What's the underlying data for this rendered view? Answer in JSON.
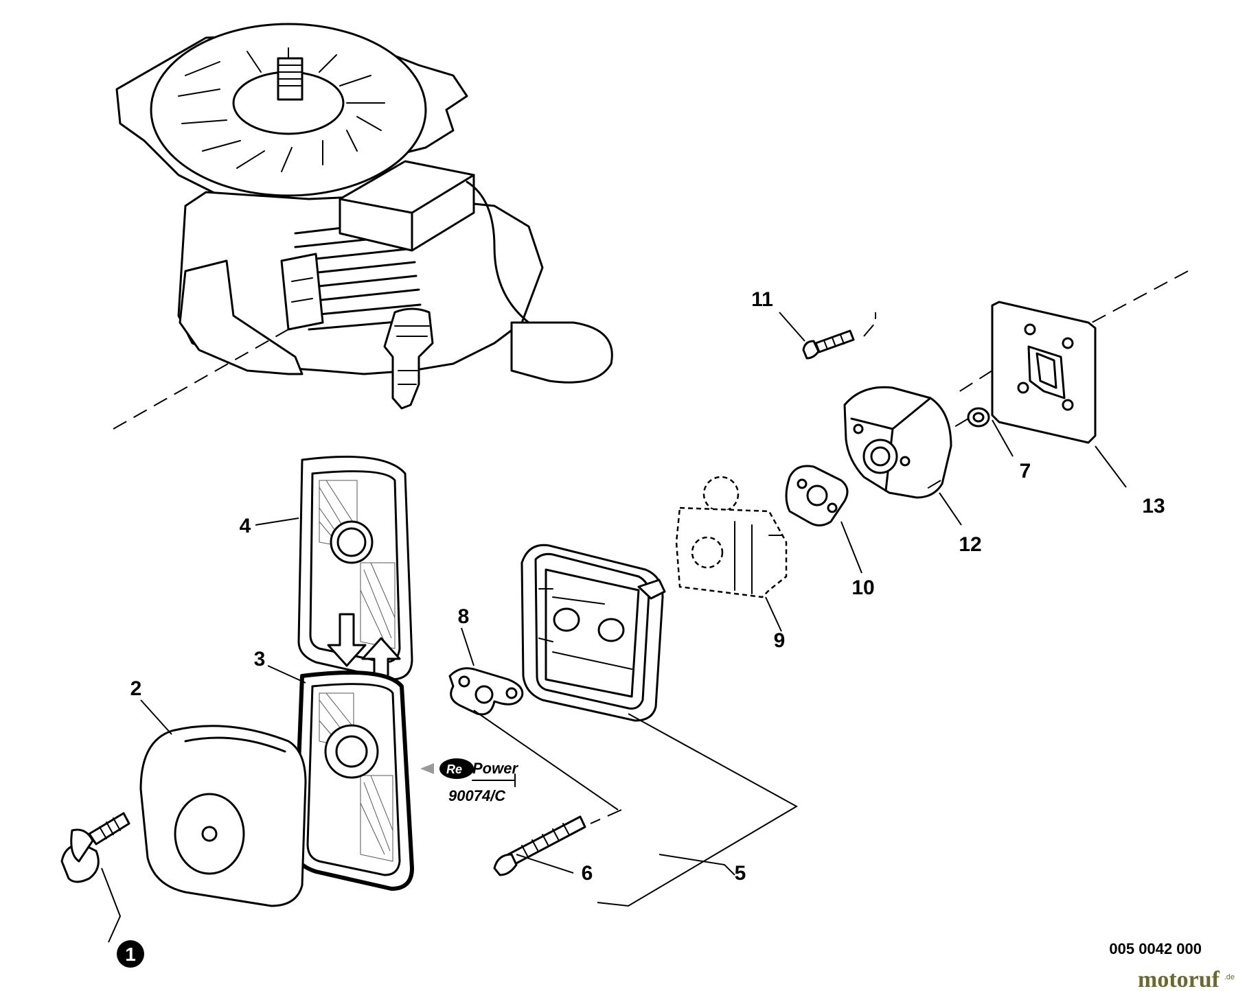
{
  "callouts": {
    "c1": "1",
    "c2": "2",
    "c3": "3",
    "c4": "4",
    "c5": "5",
    "c6": "6",
    "c7": "7",
    "c8": "8",
    "c9": "9",
    "c10": "10",
    "c11": "11",
    "c12": "12",
    "c13": "13"
  },
  "filter_badge": {
    "brand_a": "Re",
    "brand_b": "Power",
    "code": "90074/C"
  },
  "diagram_code": "005 0042 000",
  "watermark": {
    "name": "motoruf",
    "suffix": ".de"
  }
}
